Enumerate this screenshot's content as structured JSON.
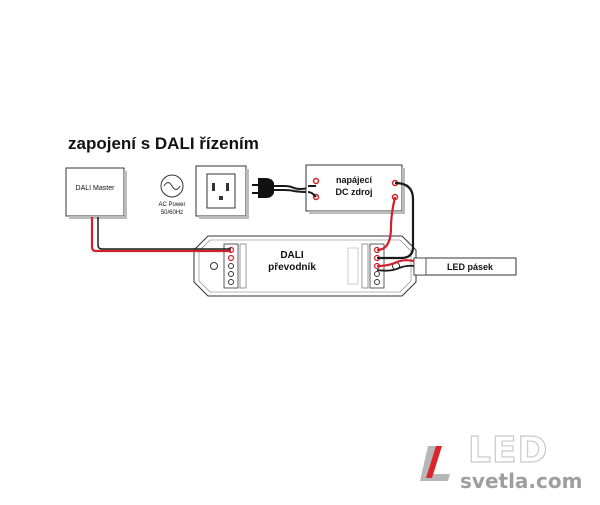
{
  "diagram": {
    "title": "zapojení s DALI řízením",
    "dali_master_label": "DALI Master",
    "ac_power_line1": "AC Power",
    "ac_power_line2": "50/60Hz",
    "psu_label_line1": "napájecí",
    "psu_label_line2": "DC zdroj",
    "converter_label_line1": "DALI",
    "converter_label_line2": "převodník",
    "led_strip_label": "LED pásek",
    "colors": {
      "wire_red": "#d0202a",
      "wire_black": "#1a1a1a",
      "outline": "#333333"
    }
  },
  "logo": {
    "brand": "LED",
    "url": "svetla.com",
    "colors": {
      "accent_red": "#d9262c",
      "gray": "#9e9e9e"
    }
  }
}
